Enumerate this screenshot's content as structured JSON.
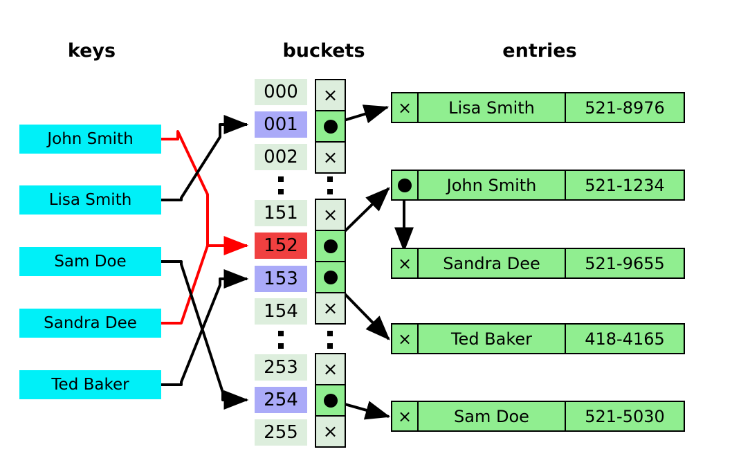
{
  "headers": {
    "keys": "keys",
    "buckets": "buckets",
    "entries": "entries"
  },
  "colors": {
    "key_bg": "#00f0f8",
    "bucket_idx_bg": "#ddeedd",
    "bucket_idx_highlight": "#aaaaf8",
    "bucket_idx_collision": "#f04040",
    "bucket_ptr_empty_bg": "#ddeedd",
    "bucket_ptr_filled_bg": "#90ee90",
    "entry_bg": "#90ee90",
    "line_normal": "#000000",
    "line_collision": "#ff0000"
  },
  "glyphs": {
    "null_pointer": "×",
    "ellipsis_dot": "square-dot"
  },
  "keys": [
    {
      "label": "John Smith",
      "bucket": "152",
      "line_color": "#ff0000"
    },
    {
      "label": "Lisa Smith",
      "bucket": "001",
      "line_color": "#000000"
    },
    {
      "label": "Sam Doe",
      "bucket": "254",
      "line_color": "#000000"
    },
    {
      "label": "Sandra Dee",
      "bucket": "152",
      "line_color": "#ff0000"
    },
    {
      "label": "Ted Baker",
      "bucket": "153",
      "line_color": "#000000"
    }
  ],
  "buckets": [
    {
      "index": "000",
      "state": "empty",
      "pointer": "×"
    },
    {
      "index": "001",
      "state": "highlight",
      "pointer": "dot"
    },
    {
      "index": "002",
      "state": "empty",
      "pointer": "×"
    },
    {
      "index": "151",
      "state": "empty",
      "pointer": "×"
    },
    {
      "index": "152",
      "state": "collision",
      "pointer": "dot"
    },
    {
      "index": "153",
      "state": "highlight",
      "pointer": "dot"
    },
    {
      "index": "154",
      "state": "empty",
      "pointer": "×"
    },
    {
      "index": "253",
      "state": "empty",
      "pointer": "×"
    },
    {
      "index": "254",
      "state": "highlight",
      "pointer": "dot"
    },
    {
      "index": "255",
      "state": "empty",
      "pointer": "×"
    }
  ],
  "entries": [
    {
      "pointer": "×",
      "name": "Lisa Smith",
      "value": "521-8976"
    },
    {
      "pointer": "dot",
      "name": "John Smith",
      "value": "521-1234"
    },
    {
      "pointer": "×",
      "name": "Sandra Dee",
      "value": "521-9655"
    },
    {
      "pointer": "×",
      "name": "Ted Baker",
      "value": "418-4165"
    },
    {
      "pointer": "×",
      "name": "Sam Doe",
      "value": "521-5030"
    }
  ]
}
